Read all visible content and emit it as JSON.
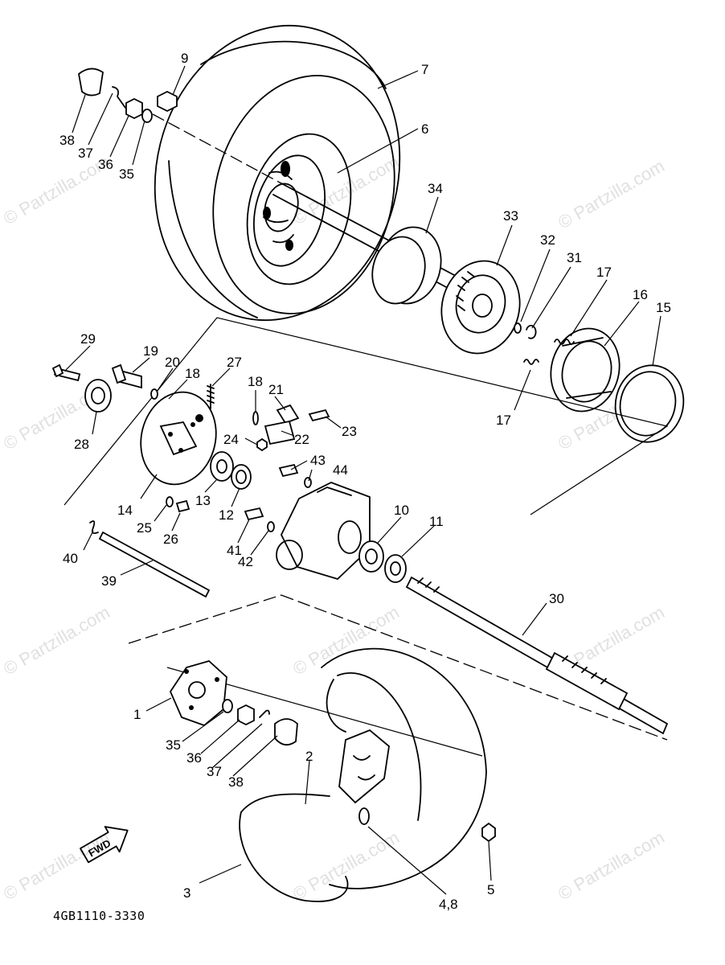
{
  "diagram": {
    "code": "4GB1110-3330",
    "fwd_label": "FWD",
    "watermark": "© Partzilla.com",
    "callouts": [
      {
        "id": "c7",
        "text": "7"
      },
      {
        "id": "c9",
        "text": "9"
      },
      {
        "id": "c38a",
        "text": "38"
      },
      {
        "id": "c37a",
        "text": "37"
      },
      {
        "id": "c36a",
        "text": "36"
      },
      {
        "id": "c35a",
        "text": "35"
      },
      {
        "id": "c6",
        "text": "6"
      },
      {
        "id": "c34",
        "text": "34"
      },
      {
        "id": "c33",
        "text": "33"
      },
      {
        "id": "c32",
        "text": "32"
      },
      {
        "id": "c31",
        "text": "31"
      },
      {
        "id": "c17a",
        "text": "17"
      },
      {
        "id": "c16",
        "text": "16"
      },
      {
        "id": "c15",
        "text": "15"
      },
      {
        "id": "c17b",
        "text": "17"
      },
      {
        "id": "c29",
        "text": "29"
      },
      {
        "id": "c19",
        "text": "19"
      },
      {
        "id": "c20",
        "text": "20"
      },
      {
        "id": "c18a",
        "text": "18"
      },
      {
        "id": "c27",
        "text": "27"
      },
      {
        "id": "c18b",
        "text": "18"
      },
      {
        "id": "c21",
        "text": "21"
      },
      {
        "id": "c28",
        "text": "28"
      },
      {
        "id": "c24",
        "text": "24"
      },
      {
        "id": "c22",
        "text": "22"
      },
      {
        "id": "c23",
        "text": "23"
      },
      {
        "id": "c43",
        "text": "43"
      },
      {
        "id": "c44",
        "text": "44"
      },
      {
        "id": "c14",
        "text": "14"
      },
      {
        "id": "c13",
        "text": "13"
      },
      {
        "id": "c12",
        "text": "12"
      },
      {
        "id": "c25",
        "text": "25"
      },
      {
        "id": "c26",
        "text": "26"
      },
      {
        "id": "c10",
        "text": "10"
      },
      {
        "id": "c11",
        "text": "11"
      },
      {
        "id": "c41",
        "text": "41"
      },
      {
        "id": "c42",
        "text": "42"
      },
      {
        "id": "c40",
        "text": "40"
      },
      {
        "id": "c39",
        "text": "39"
      },
      {
        "id": "c30",
        "text": "30"
      },
      {
        "id": "c1",
        "text": "1"
      },
      {
        "id": "c35b",
        "text": "35"
      },
      {
        "id": "c36b",
        "text": "36"
      },
      {
        "id": "c37b",
        "text": "37"
      },
      {
        "id": "c38b",
        "text": "38"
      },
      {
        "id": "c2",
        "text": "2"
      },
      {
        "id": "c3",
        "text": "3"
      },
      {
        "id": "c48",
        "text": "4,8"
      },
      {
        "id": "c5",
        "text": "5"
      }
    ]
  }
}
